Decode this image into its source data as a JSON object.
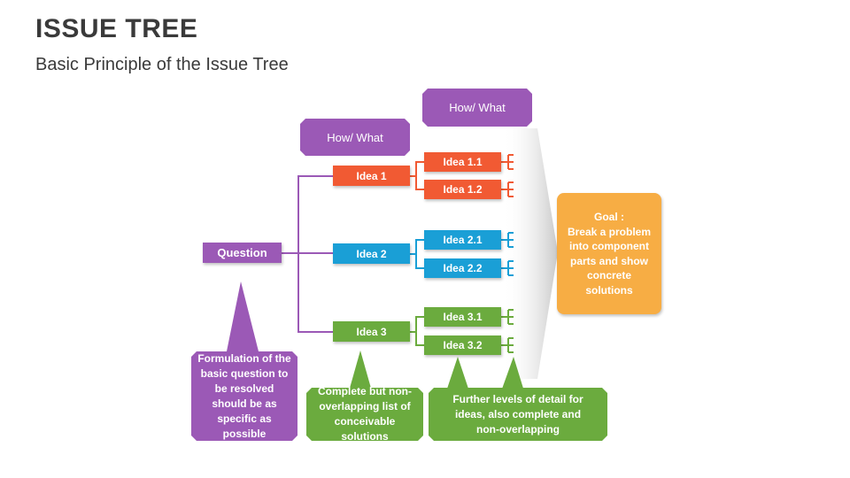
{
  "header": {
    "title": "ISSUE TREE",
    "subtitle": "Basic Principle of the Issue Tree"
  },
  "colors": {
    "purple": "#9b59b6",
    "orange": "#f15a33",
    "blue": "#1a9fd6",
    "green": "#6bab3e",
    "gold": "#f7ad44"
  },
  "tree": {
    "question": "Question",
    "how_what_1": "How/ What",
    "how_what_2": "How/ What",
    "ideas": [
      {
        "label": "Idea 1",
        "subs": [
          "Idea 1.1",
          "Idea 1.2"
        ]
      },
      {
        "label": "Idea 2",
        "subs": [
          "Idea 2.1",
          "Idea 2.2"
        ]
      },
      {
        "label": "Idea 3",
        "subs": [
          "Idea 3.1",
          "Idea 3.2"
        ]
      }
    ],
    "goal": "Goal :\nBreak a problem into component parts and show concrete solutions"
  },
  "notes": {
    "question_note": "Formulation of the basic question to be resolved should be as specific as possible",
    "ideas_note": "Complete but non-overlapping list of conceivable solutions",
    "sub_note": "Further levels of detail for ideas, also complete and non-overlapping"
  }
}
